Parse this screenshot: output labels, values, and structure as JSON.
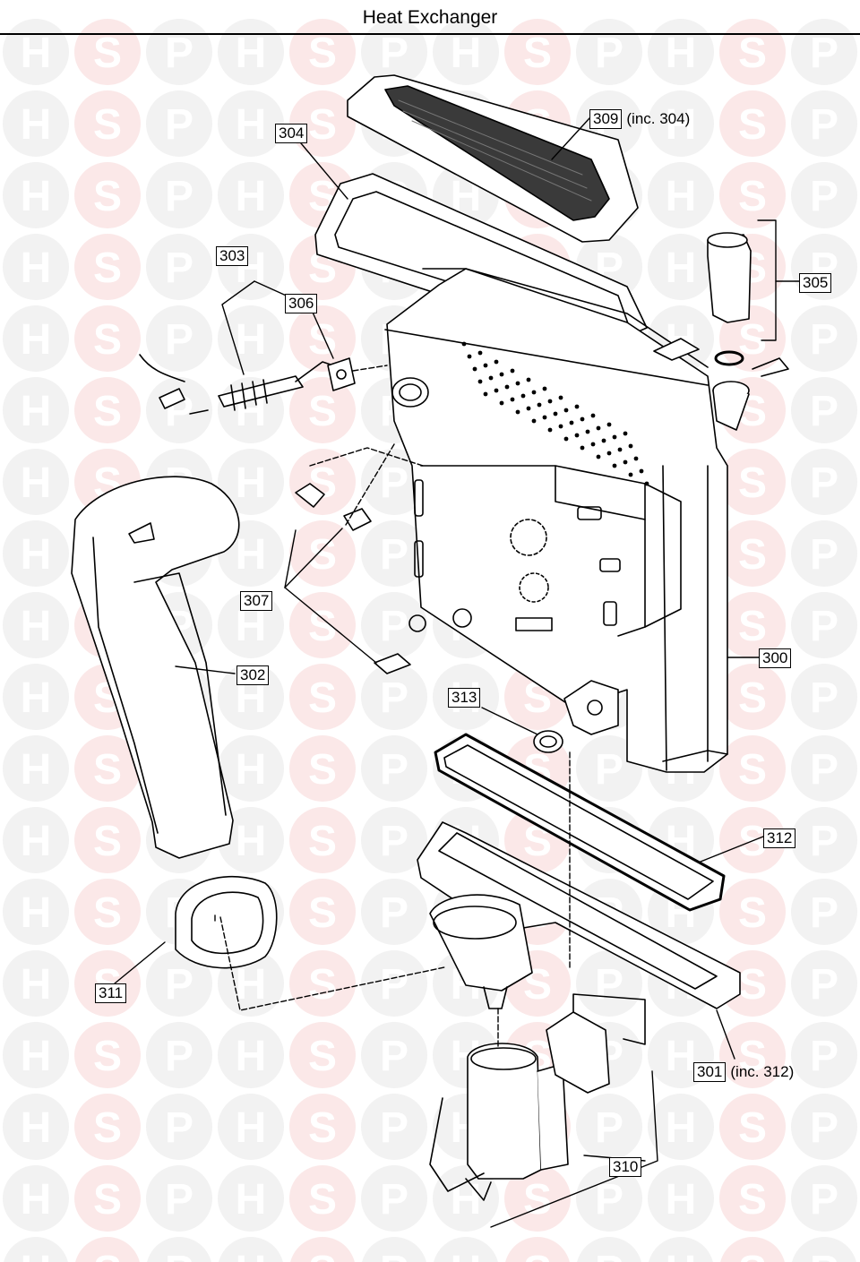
{
  "title": "Heat Exchanger",
  "watermark": {
    "letters": [
      "H",
      "S",
      "P"
    ],
    "colors": {
      "outer": "#f2f2f2",
      "center": "#fbe8e8",
      "letter": "#ffffff"
    }
  },
  "callouts": [
    {
      "id": "300",
      "part": "300",
      "note": ""
    },
    {
      "id": "301",
      "part": "301",
      "note": "(inc. 312)"
    },
    {
      "id": "302",
      "part": "302",
      "note": ""
    },
    {
      "id": "303",
      "part": "303",
      "note": ""
    },
    {
      "id": "304",
      "part": "304",
      "note": ""
    },
    {
      "id": "305",
      "part": "305",
      "note": ""
    },
    {
      "id": "306",
      "part": "306",
      "note": ""
    },
    {
      "id": "307",
      "part": "307",
      "note": ""
    },
    {
      "id": "309",
      "part": "309",
      "note": "(inc. 304)"
    },
    {
      "id": "310",
      "part": "310",
      "note": ""
    },
    {
      "id": "311",
      "part": "311",
      "note": ""
    },
    {
      "id": "312",
      "part": "312",
      "note": ""
    },
    {
      "id": "313",
      "part": "313",
      "note": ""
    }
  ]
}
